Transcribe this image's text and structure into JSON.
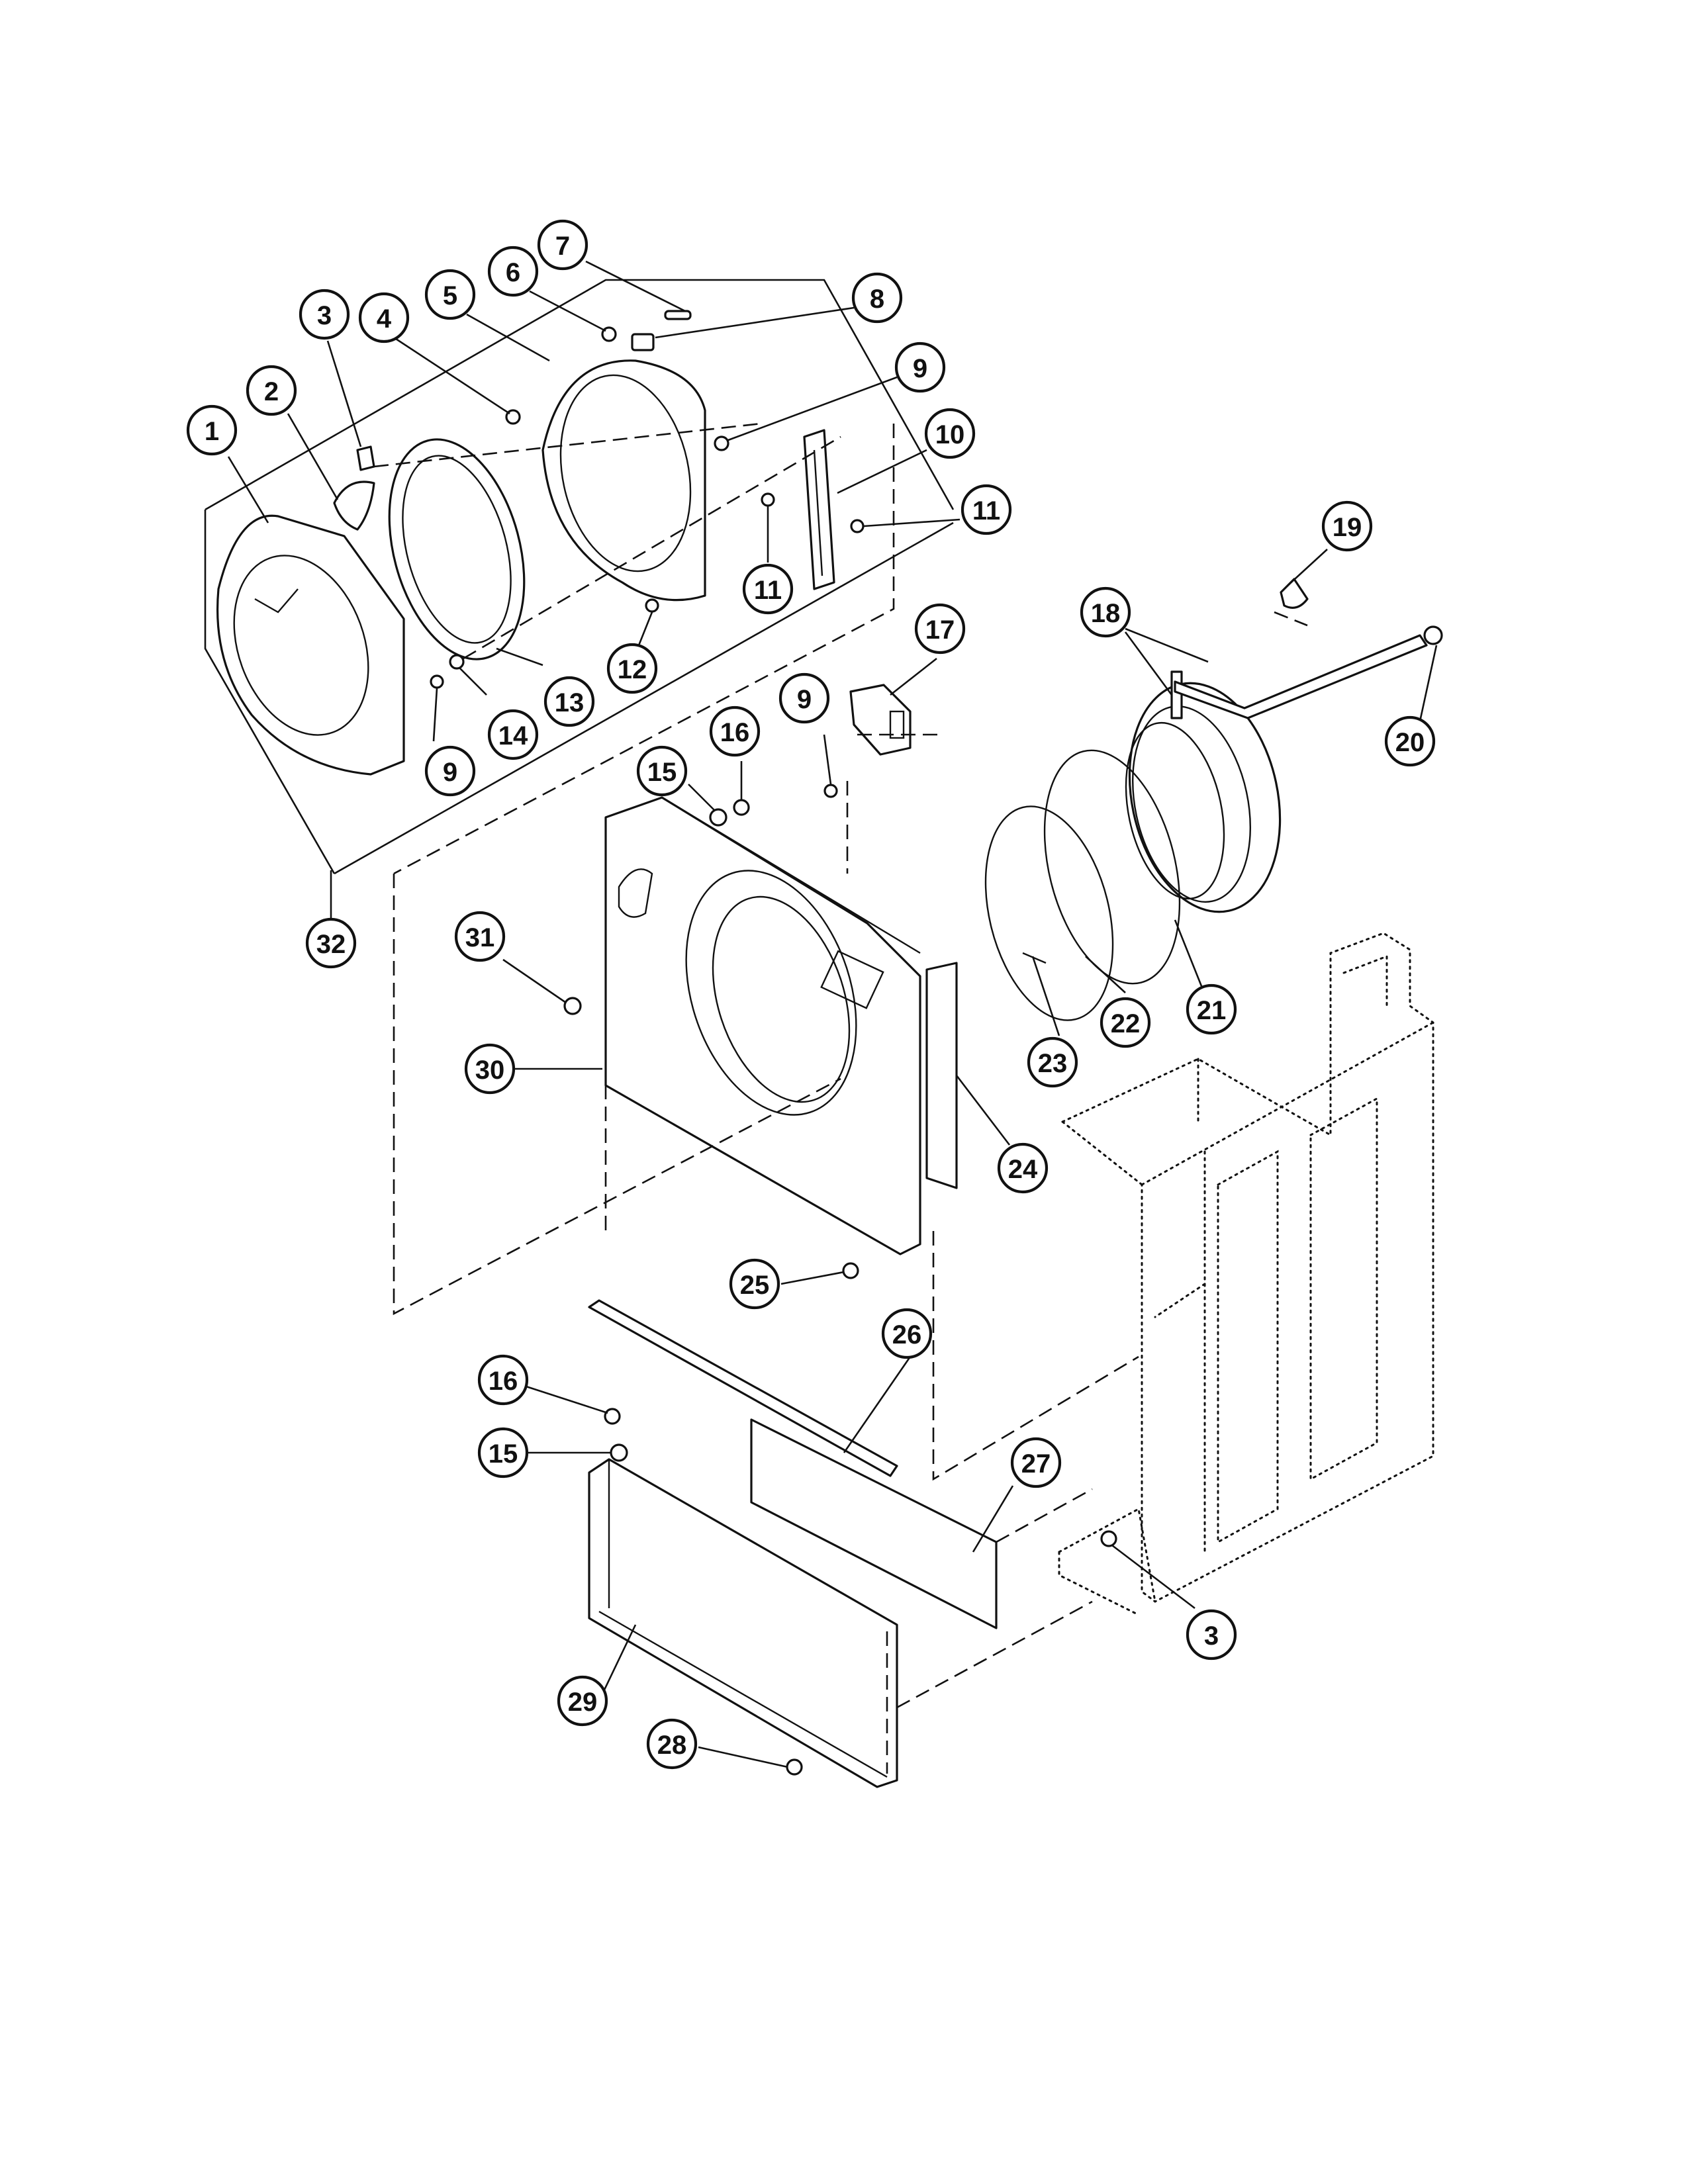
{
  "diagram": {
    "type": "exploded-parts-diagram",
    "colors": {
      "ink": "#111111",
      "paper": "#ffffff"
    },
    "callouts": [
      "1",
      "2",
      "3",
      "4",
      "5",
      "6",
      "7",
      "8",
      "9",
      "10",
      "11",
      "11",
      "12",
      "13",
      "14",
      "9",
      "15",
      "16",
      "9",
      "17",
      "18",
      "19",
      "20",
      "21",
      "22",
      "23",
      "24",
      "25",
      "26",
      "27",
      "28",
      "29",
      "30",
      "31",
      "32",
      "16",
      "15",
      "3"
    ]
  }
}
